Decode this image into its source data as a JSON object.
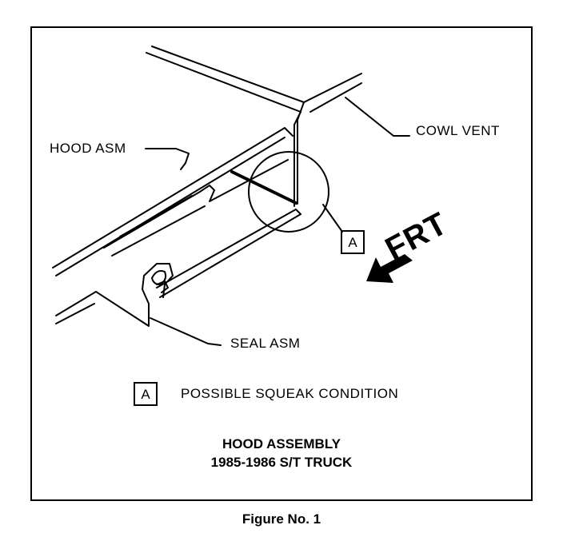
{
  "labels": {
    "hood_asm": "HOOD ASM",
    "cowl_vent": "COWL VENT",
    "seal_asm": "SEAL ASM",
    "callout": "A",
    "frt": "FRT"
  },
  "legend": {
    "key": "A",
    "text": "POSSIBLE SQUEAK CONDITION"
  },
  "title": {
    "line1": "HOOD ASSEMBLY",
    "line2": "1985-1986 S/T TRUCK"
  },
  "caption": "Figure No. 1"
}
